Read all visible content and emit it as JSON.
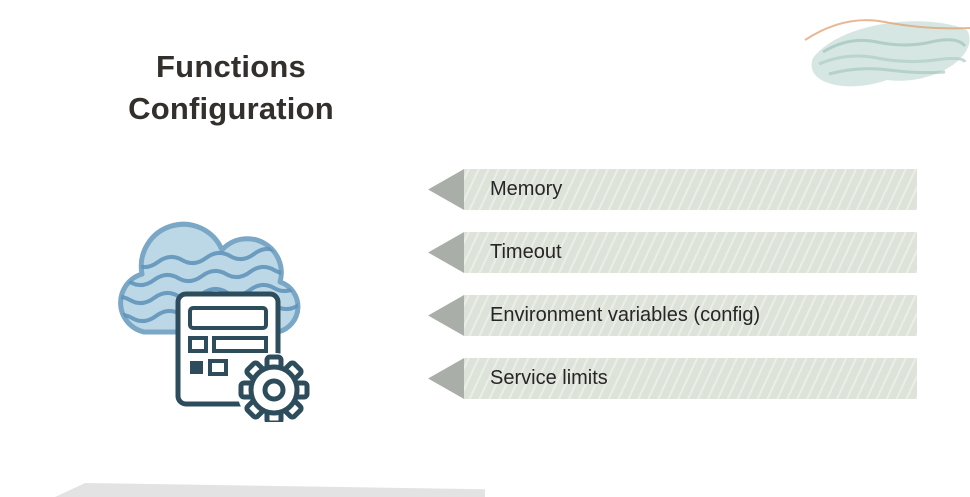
{
  "slide": {
    "title": "Functions Configuration"
  },
  "banners": {
    "items": [
      {
        "label": "Memory"
      },
      {
        "label": "Timeout"
      },
      {
        "label": "Environment variables (config)"
      },
      {
        "label": "Service limits"
      }
    ]
  },
  "icons": {
    "main": "cloud-configuration-icon",
    "parts": [
      "cloud-shape",
      "form-icon",
      "gear-icon"
    ],
    "banner_tip": "banner-arrow-icon",
    "decorations": [
      "watercolor-decoration-top-right",
      "bottom-edge-decoration"
    ]
  },
  "colors": {
    "banner_fill": "#dee3da",
    "banner_tip": "#a9afa8",
    "title_text": "#33302c",
    "banner_text": "#262626",
    "cloud_fill": "#bcd8e6",
    "cloud_stroke": "#7ba7c7",
    "cloud_hatch": "#5d92b8",
    "form_stroke": "#2e4d5c"
  }
}
